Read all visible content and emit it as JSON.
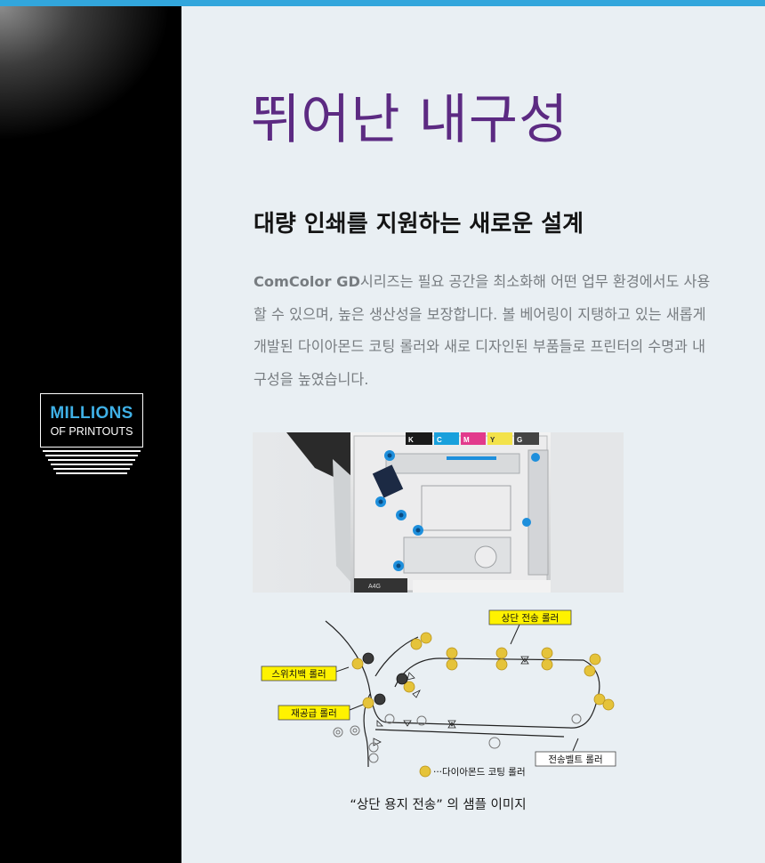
{
  "sidebar": {
    "badge": {
      "line1": "MILLIONS",
      "line2": "OF PRINTOUTS"
    }
  },
  "header": {
    "title": "뛰어난 내구성"
  },
  "section": {
    "subtitle": "대량 인쇄를 지원하는 새로운 설계",
    "body_brand": "ComColor GD",
    "body_rest": "시리즈는 필요 공간을 최소화해 어떤 업무 환경에서도 사용할 수 있으며, 높은 생산성을 보장합니다. 볼 베어링이 지탱하고 있는 새롭게 개발된 다이아몬드 코팅 롤러와 새로 디자인된 부품들로 프린터의 수명과 내구성을 높였습니다."
  },
  "photo": {
    "ink_labels": [
      "K",
      "C",
      "M",
      "Y",
      "G"
    ],
    "tray_label": "A4G"
  },
  "diagram": {
    "labels": {
      "top_roller": "상단 전송 롤러",
      "switchback_roller": "스위치백 롤러",
      "refeed_roller": "재공급 롤러",
      "belt_roller": "전송벨트 롤러",
      "legend": "···다이아몬드 코팅 롤러"
    },
    "colors": {
      "label_bg": "#fff200",
      "roller_gold": "#e5c33a",
      "roller_dark": "#3a3a3a",
      "accent_blue": "#1e8fdc"
    }
  },
  "caption": "“상단 용지 전송” 의 샘플 이미지"
}
